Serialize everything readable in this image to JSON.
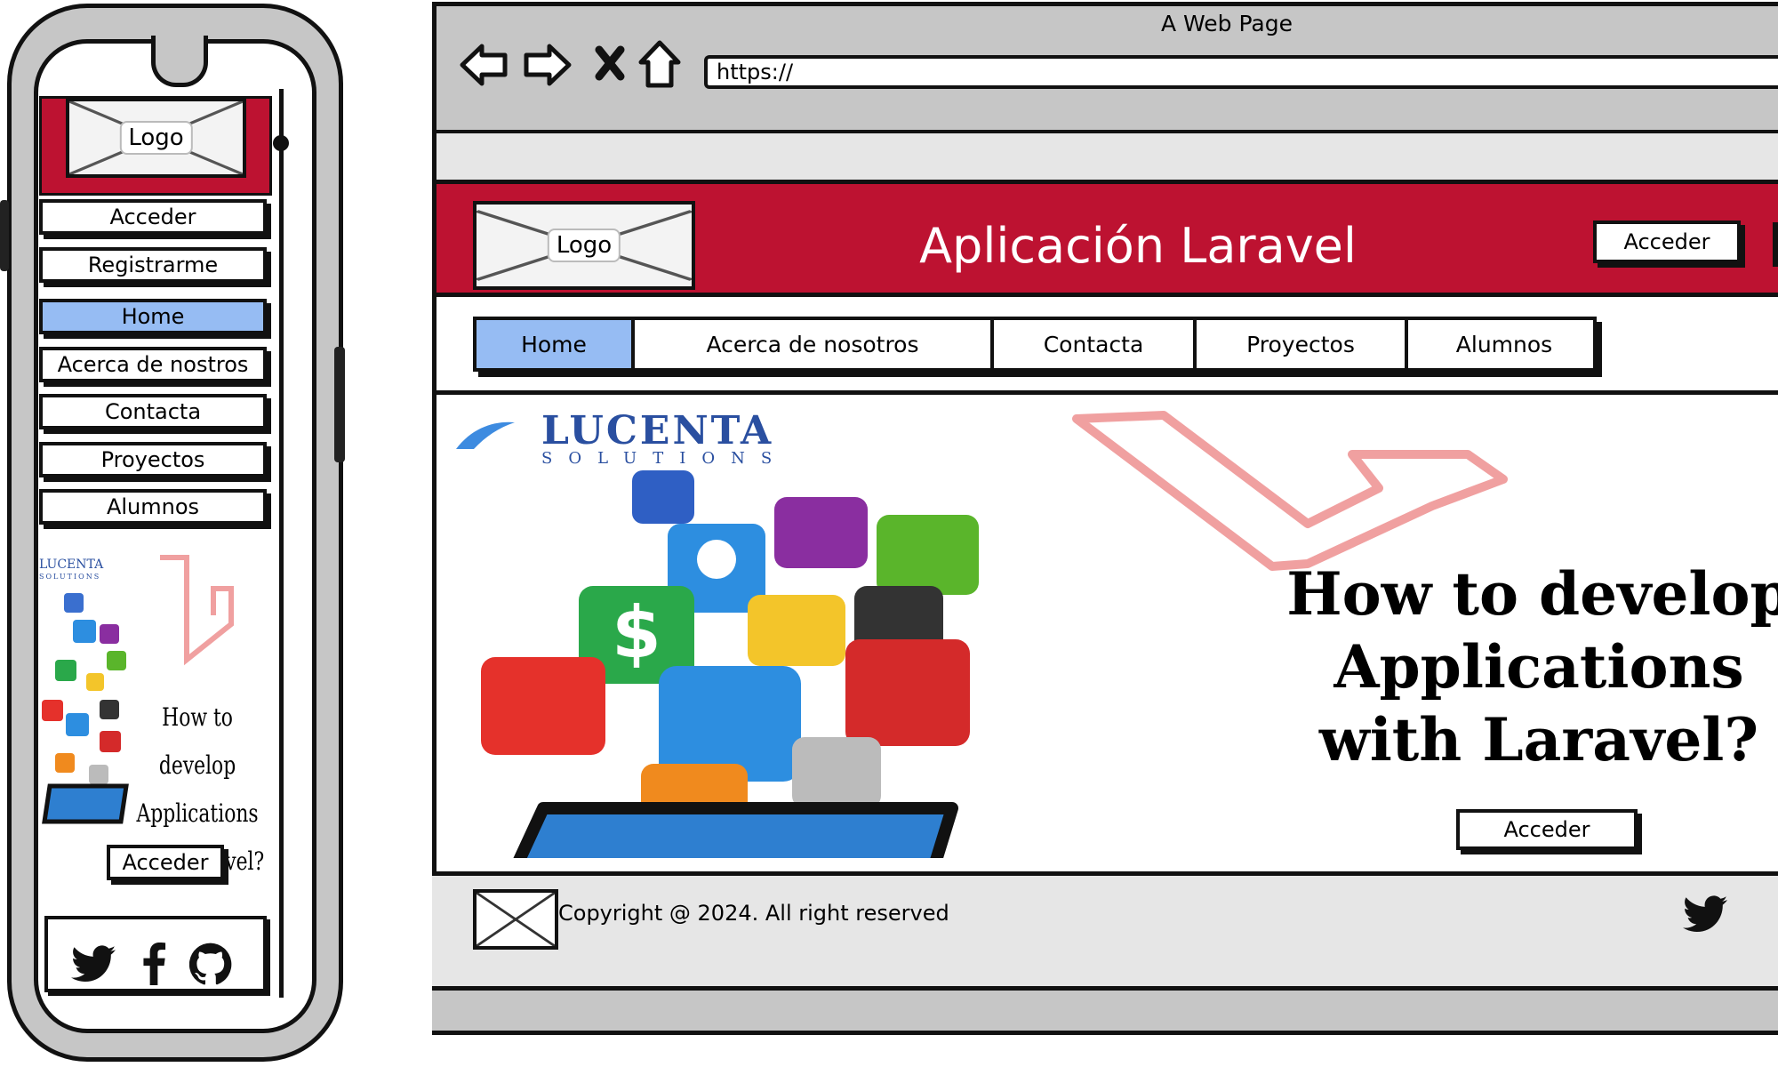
{
  "colors": {
    "brand": "#bd1231",
    "active": "#96bcf3",
    "chrome": "#c6c6c6",
    "light": "#e6e6e6"
  },
  "browser": {
    "title": "A Web Page",
    "url": "https://"
  },
  "header": {
    "logo_label": "Logo",
    "app_title": "Aplicación Laravel",
    "login_label": "Acceder"
  },
  "nav": {
    "tabs": [
      "Home",
      "Acerca de nosotros",
      "Contacta",
      "Proyectos",
      "Alumnos"
    ],
    "active": "Home"
  },
  "hero": {
    "brand_name": "LUCENTA",
    "brand_sub": "SOLUTIONS",
    "headline": [
      "How to develop",
      "Applications",
      "with Laravel?"
    ],
    "cta_label": "Acceder"
  },
  "footer": {
    "copyright": "Copyright @ 2024. All right reserved"
  },
  "mobile": {
    "logo_label": "Logo",
    "login_label": "Acceder",
    "register_label": "Registrarme",
    "menu": [
      "Home",
      "Acerca de nostros",
      "Contacta",
      "Proyectos",
      "Alumnos"
    ],
    "active": "Home",
    "cta_label": "Acceder",
    "social_icons": [
      "twitter-icon",
      "facebook-icon",
      "github-icon"
    ]
  }
}
